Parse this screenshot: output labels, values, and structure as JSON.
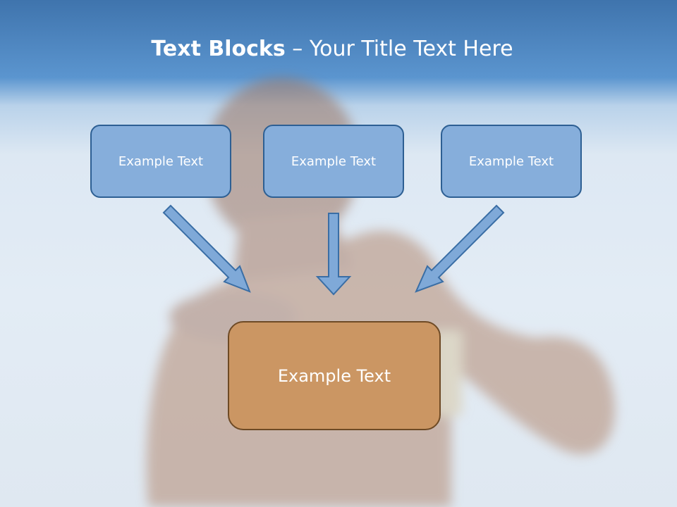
{
  "slide": {
    "title_bold": "Text Blocks",
    "title_dash": " – ",
    "title_rest": "Your Title Text Here"
  },
  "blocks": [
    {
      "label": "Example Text"
    },
    {
      "label": "Example Text"
    },
    {
      "label": "Example Text"
    }
  ],
  "target": {
    "label": "Example Text"
  },
  "colors": {
    "block_fill": "#86aedb",
    "block_border": "#2d5f93",
    "target_fill": "#cb9663",
    "target_border": "#6e4a25",
    "arrow_fill": "#7fa9d8",
    "arrow_stroke": "#3a6ea5"
  }
}
